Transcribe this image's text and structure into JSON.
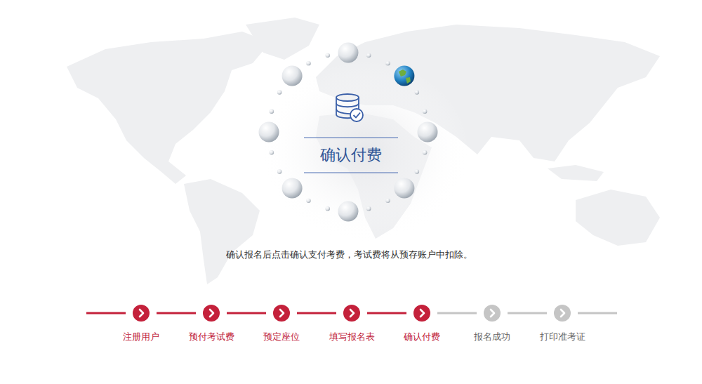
{
  "diagram": {
    "title": "确认付费",
    "caption": "确认报名后点击确认支付考费，考试费将从预存账户中扣除。",
    "nodes": [
      {
        "text": [
          "注册用户"
        ]
      },
      {
        "text": [
          "预付考试费"
        ]
      },
      {
        "text": [
          "预定座位"
        ]
      },
      {
        "text": [
          "填写报名表"
        ]
      },
      {
        "text": [
          "确认付费"
        ]
      },
      {
        "text": [
          "报名成功"
        ]
      },
      {
        "text": [
          "打印准考证"
        ]
      }
    ],
    "edges": [
      {
        "from": 0,
        "to": 1,
        "arrow": "none"
      },
      {
        "from": 1,
        "to": 2,
        "arrow": "none"
      },
      {
        "from": 2,
        "to": 3,
        "arrow": "none"
      },
      {
        "from": 3,
        "to": 4,
        "arrow": "none"
      },
      {
        "from": 4,
        "to": 5,
        "arrow": "none"
      },
      {
        "from": 5,
        "to": 6,
        "arrow": "none"
      }
    ]
  }
}
